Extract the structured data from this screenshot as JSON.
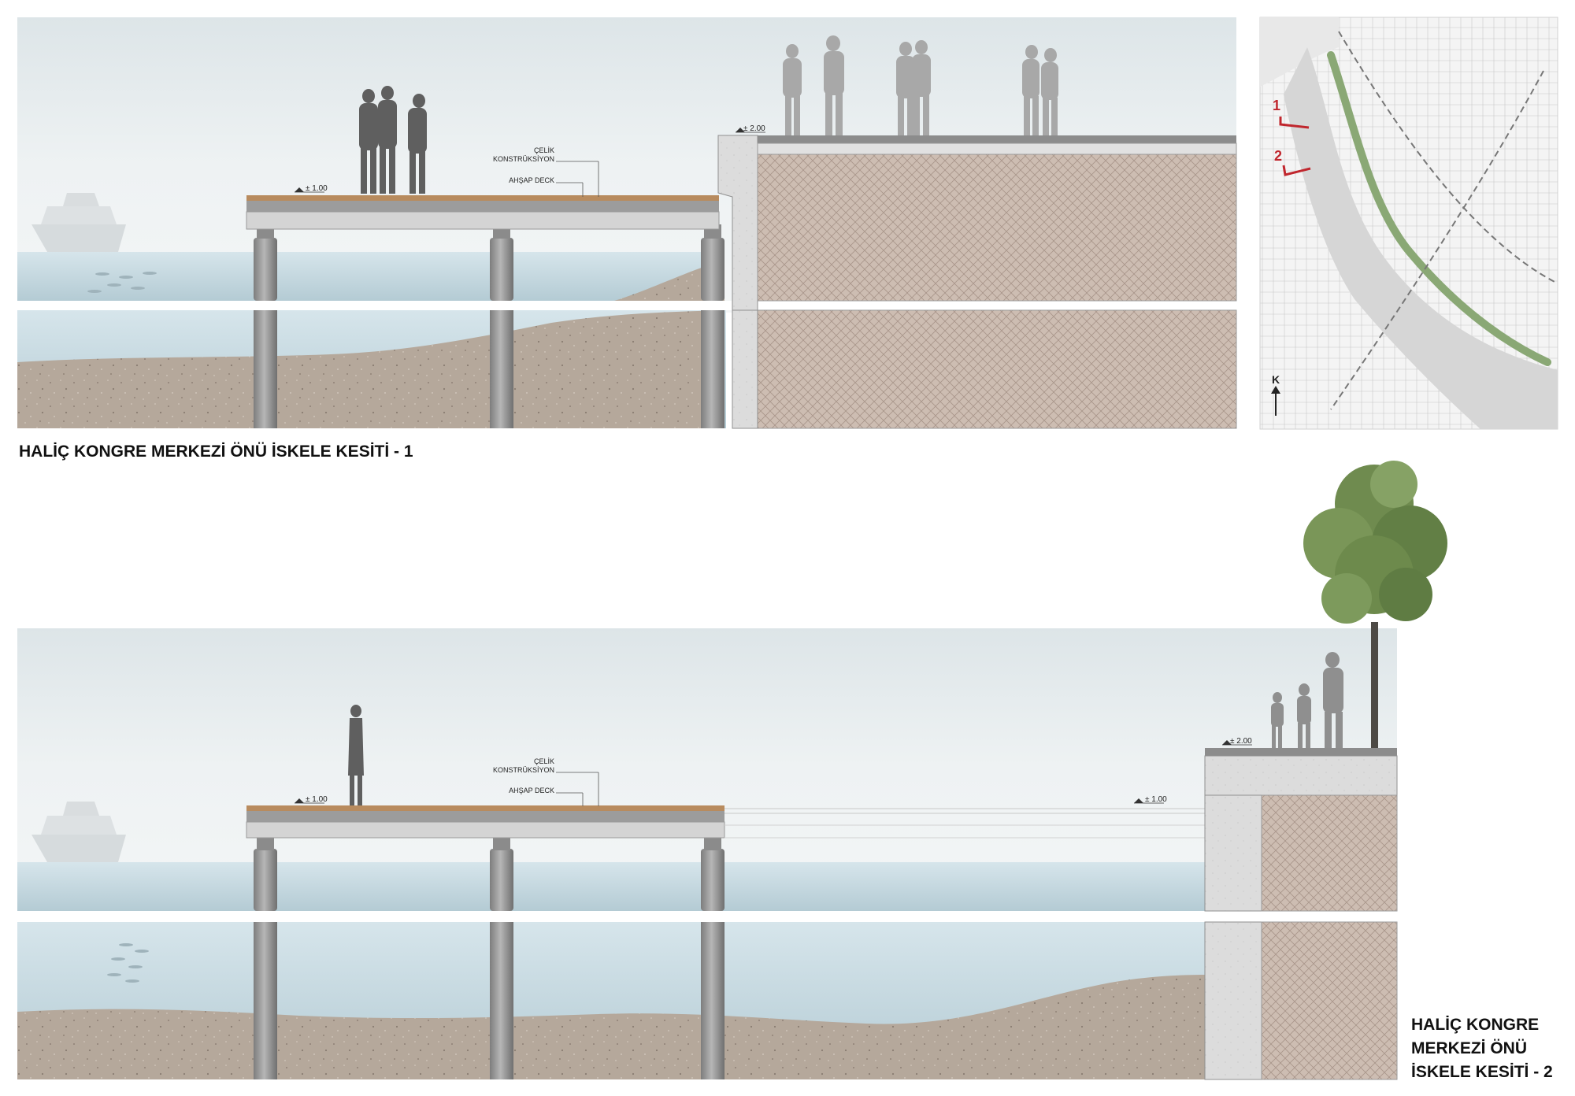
{
  "section1": {
    "title": "HALİÇ KONGRE MERKEZİ ÖNÜ İSKELE KESİTİ - 1",
    "level_deck": "± 1.00",
    "level_quay": "± 2.00",
    "label_steel_1": "ÇELİK",
    "label_steel_2": "KONSTRÜKSİYON",
    "label_deck": "AHŞAP DECK"
  },
  "section2": {
    "title_line1": "HALİÇ KONGRE",
    "title_line2": "MERKEZİ ÖNÜ",
    "title_line3": "İSKELE KESİTİ - 2",
    "level_deck": "± 1.00",
    "level_quay": "± 2.00",
    "level_future": "± 1.00",
    "label_steel_1": "ÇELİK",
    "label_steel_2": "KONSTRÜKSİYON",
    "label_deck": "AHŞAP DECK"
  },
  "key_map": {
    "marker_1": "1",
    "marker_2": "2",
    "north": "K",
    "marker_color": "#c0262d"
  },
  "colors": {
    "sky": "#e9eef0",
    "water": "#cfe0e7",
    "water_deep": "#b8cfd8",
    "seabed": "#b3a69a",
    "soil": "#c9b6aa",
    "concrete": "#d9d9d9",
    "deck_wood": "#b88b5e",
    "pile": "#9a9a9a",
    "silhouette": "#6a6a6a",
    "tree": "#6d8a4c"
  }
}
